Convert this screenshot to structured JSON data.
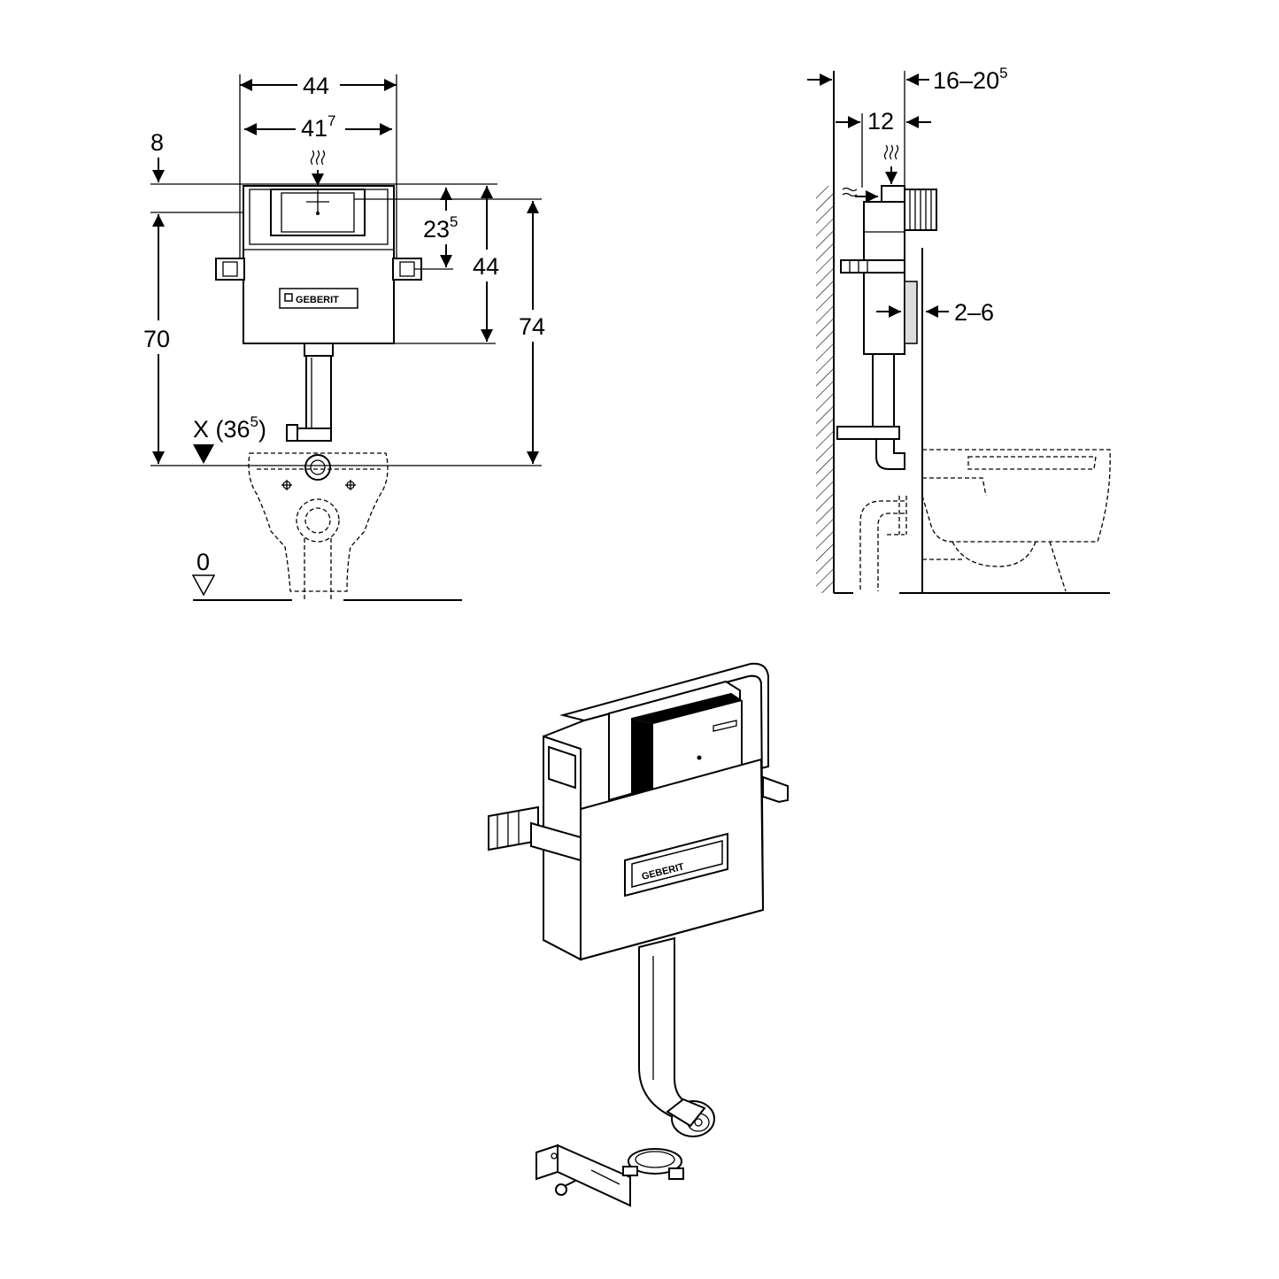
{
  "brand": "GEBERIT",
  "front_view": {
    "dim_width_outer": {
      "main": "44",
      "sup": ""
    },
    "dim_width_inner": {
      "main": "41",
      "sup": "7"
    },
    "dim_top_offset": {
      "main": "8",
      "sup": ""
    },
    "dim_flush_offset": {
      "main": "23",
      "sup": "5"
    },
    "dim_cistern_height": {
      "main": "44",
      "sup": ""
    },
    "dim_height_70": {
      "main": "70",
      "sup": ""
    },
    "dim_height_74": {
      "main": "74",
      "sup": ""
    },
    "connection_height": {
      "pre": "X (36",
      "sup": "5",
      "post": ")"
    },
    "floor_level": "0"
  },
  "side_view": {
    "dim_wall_depth": {
      "main": "16–20",
      "sup": "5"
    },
    "dim_wall_offset": {
      "main": "12",
      "sup": ""
    },
    "dim_panel_depth": {
      "main": "2–6",
      "sup": ""
    }
  }
}
